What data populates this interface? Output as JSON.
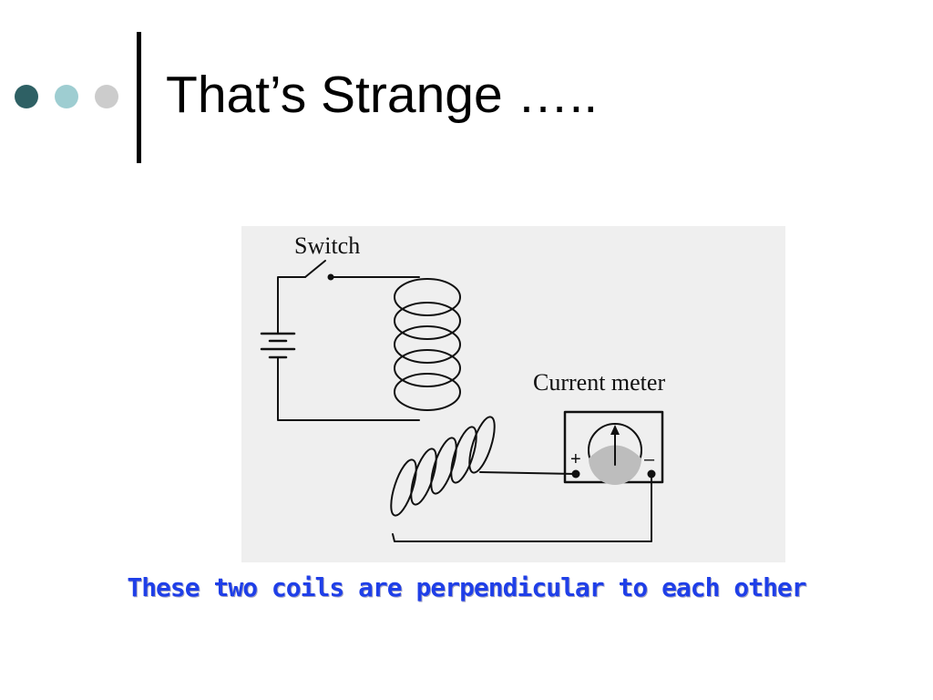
{
  "slide": {
    "title": "That’s Strange …..",
    "caption": "These two coils are perpendicular to each other"
  },
  "diagram": {
    "switch_label": "Switch",
    "meter_label": "Current meter",
    "plus_sign": "+",
    "minus_sign": "–"
  },
  "colors": {
    "dot_dark": "#2e6064",
    "dot_mid": "#9ecdd1",
    "dot_light": "#cccccc",
    "caption": "#1f3fe8",
    "figure_bg": "#efefef"
  }
}
